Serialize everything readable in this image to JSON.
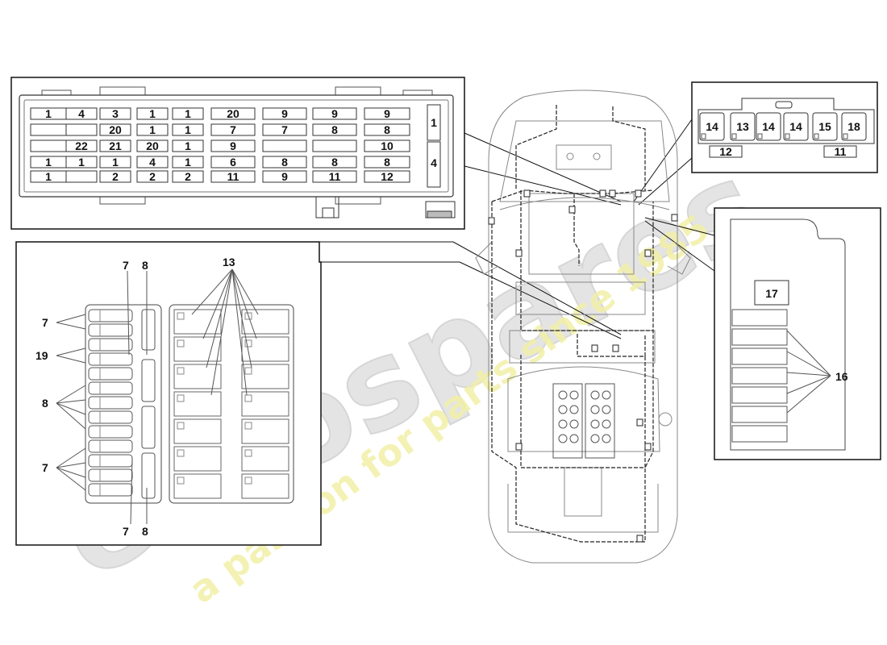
{
  "fuse_box_main": {
    "rows": [
      [
        "1",
        "4",
        "3",
        "1",
        "1",
        "20",
        "9",
        "9",
        "9"
      ],
      [
        "",
        "",
        "20",
        "1",
        "1",
        "7",
        "7",
        "8",
        "8"
      ],
      [
        "",
        "22",
        "21",
        "20",
        "1",
        "9",
        "",
        "",
        "10"
      ],
      [
        "1",
        "1",
        "1",
        "4",
        "1",
        "6",
        "8",
        "8",
        "8"
      ],
      [
        "1",
        "",
        "2",
        "2",
        "2",
        "11",
        "9",
        "11",
        "12"
      ]
    ],
    "side": [
      "1",
      "4"
    ]
  },
  "relay_box_top_right": {
    "relays": [
      "14",
      "13",
      "14",
      "14",
      "15",
      "18"
    ],
    "labels": [
      "12",
      "11"
    ]
  },
  "panel_left": {
    "callouts": {
      "top_7": "7",
      "top_8": "8",
      "top_13": "13",
      "left_7a": "7",
      "left_19": "19",
      "left_8": "8",
      "left_7b": "7",
      "bottom_7": "7",
      "bottom_8": "8"
    }
  },
  "panel_right": {
    "box_label": "17",
    "callout": "16"
  },
  "watermark": {
    "brand": "eurospares",
    "tagline": "a passion for parts since 1985"
  }
}
